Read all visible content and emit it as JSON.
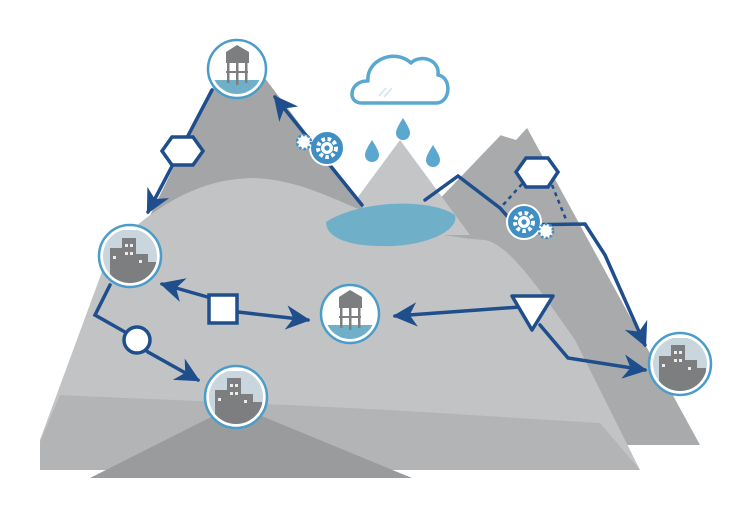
{
  "diagram": {
    "palette": {
      "mountain_dark": "#8f9092",
      "mountain_mid": "#a6a7a9",
      "mountain_light": "#bfc0c2",
      "mountain_pale": "#d2d3d5",
      "ground": "#9c9d9f",
      "snow": "#ffffff",
      "lake": "#6fb0c8",
      "flow_line": "#1f4e8c",
      "node_ring": "#4a9cc9",
      "cloud_stroke": "#5aa7cf",
      "rain": "#5aa7cf",
      "gear": "#3f8fc4"
    },
    "nodes": [
      {
        "id": "reservoir-top",
        "kind": "water-tower"
      },
      {
        "id": "city-left",
        "kind": "city"
      },
      {
        "id": "city-bottom",
        "kind": "city"
      },
      {
        "id": "reservoir-center",
        "kind": "water-tower"
      },
      {
        "id": "city-right",
        "kind": "city"
      }
    ],
    "connectors": [
      {
        "id": "hexagon-left",
        "shape": "hexagon"
      },
      {
        "id": "hexagon-right",
        "shape": "hexagon"
      },
      {
        "id": "square-mid",
        "shape": "square"
      },
      {
        "id": "circle-low",
        "shape": "circle"
      },
      {
        "id": "triangle-right",
        "shape": "triangle"
      }
    ],
    "icons": [
      "cloud-icon",
      "raindrop-icon",
      "gear-icon",
      "lake-shape"
    ]
  }
}
